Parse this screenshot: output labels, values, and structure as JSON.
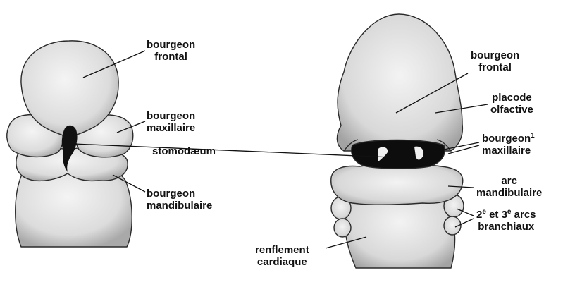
{
  "left_embryo": {
    "labels": {
      "frontal": [
        "bourgeon",
        "frontal"
      ],
      "maxillaire": [
        "bourgeon",
        "maxillaire"
      ],
      "stomodaeum": "stomodæum",
      "mandibulaire": [
        "bourgeon",
        "mandibulaire"
      ]
    }
  },
  "right_embryo": {
    "labels": {
      "frontal": [
        "bourgeon",
        "frontal"
      ],
      "placode": [
        "placode",
        "olfactive"
      ],
      "maxillaire": [
        "bourgeon",
        "maxillaire"
      ],
      "maxillaire_mark": "1",
      "arc_mandibulaire": [
        "arc",
        "mandibulaire"
      ],
      "arcs_prefix_num1": "2",
      "arcs_sup1": "e",
      "arcs_mid": " et 3",
      "arcs_sup2": "e",
      "arcs_suffix": " arcs",
      "arcs_line2": "branchiaux",
      "renflement": [
        "renflement",
        "cardiaque"
      ]
    }
  },
  "colors": {
    "tissue": "#e7e7e7",
    "shade": "#9a9a9a",
    "outline": "#2a2a2a",
    "cavity": "#0d0d0d"
  }
}
